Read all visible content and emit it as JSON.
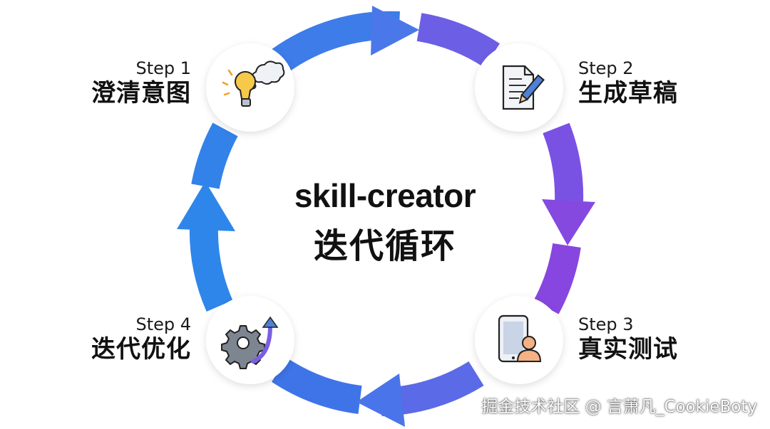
{
  "center": {
    "title_line1": "skill-creator",
    "title_line2": "迭代循环"
  },
  "steps": [
    {
      "step_label": "Step 1",
      "name": "澄清意图",
      "icon": "lightbulb-thought-icon"
    },
    {
      "step_label": "Step 2",
      "name": "生成草稿",
      "icon": "document-pencil-icon"
    },
    {
      "step_label": "Step 3",
      "name": "真实测试",
      "icon": "tablet-user-icon"
    },
    {
      "step_label": "Step 4",
      "name": "迭代优化",
      "icon": "gear-arrow-up-icon"
    }
  ],
  "colors": {
    "arc_blue": "#2f7be8",
    "arc_purple": "#8a49e0",
    "text": "#111111"
  },
  "watermark": "掘金技术社区 @ 言萧凡_CookieBoty"
}
